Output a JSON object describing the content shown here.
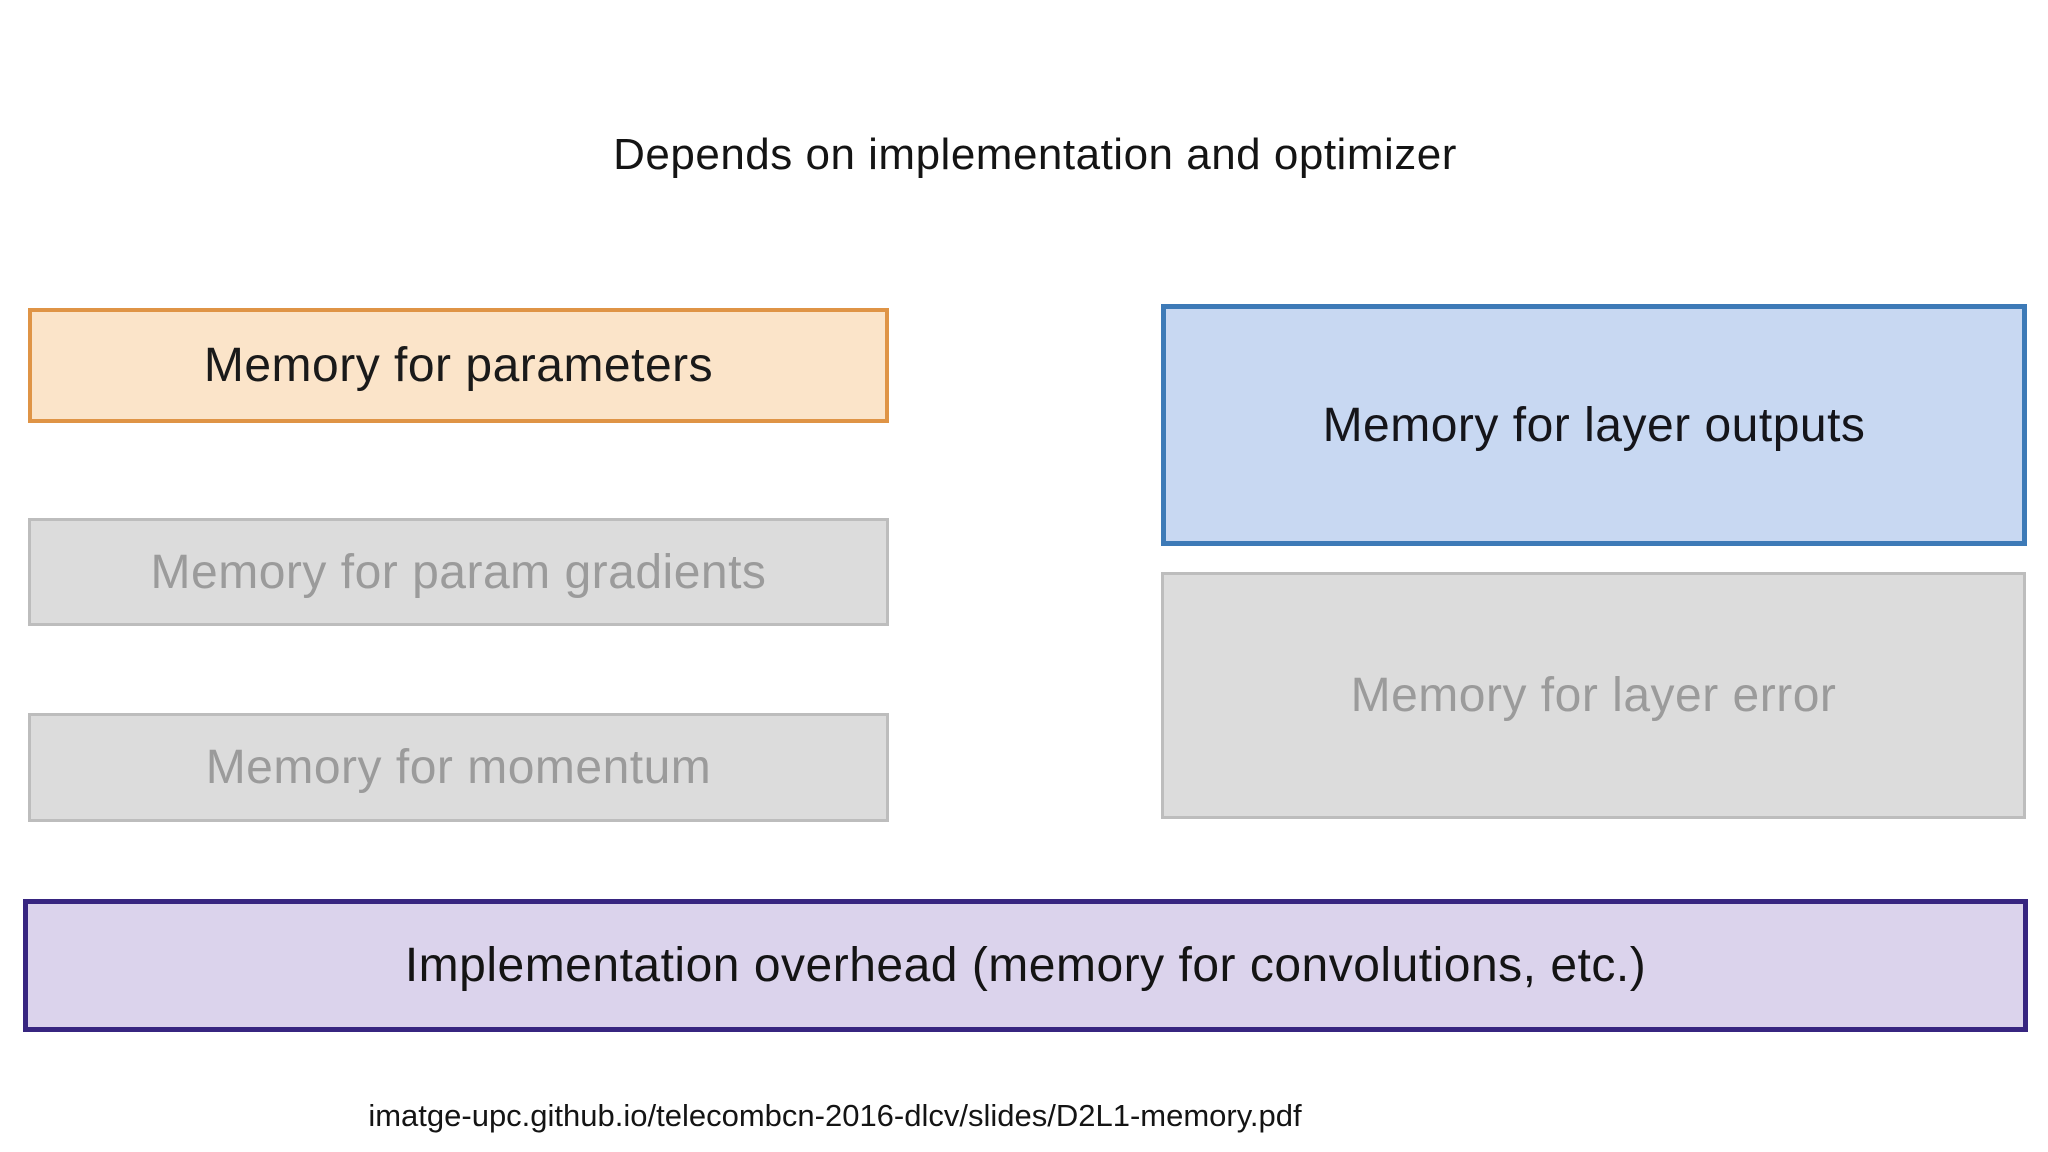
{
  "slide": {
    "title": "Depends on implementation and optimizer",
    "footer": "imatge-upc.github.io/telecombcn-2016-dlcv/slides/D2L1-memory.pdf",
    "colors": {
      "background": "#FFFFFF",
      "title_text": "#141414",
      "footer_text": "#141414"
    },
    "boxes": {
      "parameters": {
        "label": "Memory for parameters",
        "fill": "#FBE4C9",
        "border": "#DF9446",
        "text_color": "#1A1A1A"
      },
      "param_gradients": {
        "label": "Memory for param gradients",
        "fill": "#DCDCDC",
        "border": "#BDBDBD",
        "text_color": "#9B9B9B"
      },
      "momentum": {
        "label": "Memory for momentum",
        "fill": "#DCDCDC",
        "border": "#BDBDBD",
        "text_color": "#9B9B9B"
      },
      "layer_outputs": {
        "label": "Memory for layer outputs",
        "fill": "#C8D8F2",
        "border": "#3D7AB7",
        "text_color": "#15151A"
      },
      "layer_error": {
        "label": "Memory for layer error",
        "fill": "#DCDCDC",
        "border": "#BDBDBD",
        "text_color": "#9B9B9B"
      },
      "overhead": {
        "label": "Implementation overhead (memory for convolutions, etc.)",
        "fill": "#DBD3EC",
        "border": "#372580",
        "text_color": "#141414"
      }
    }
  }
}
